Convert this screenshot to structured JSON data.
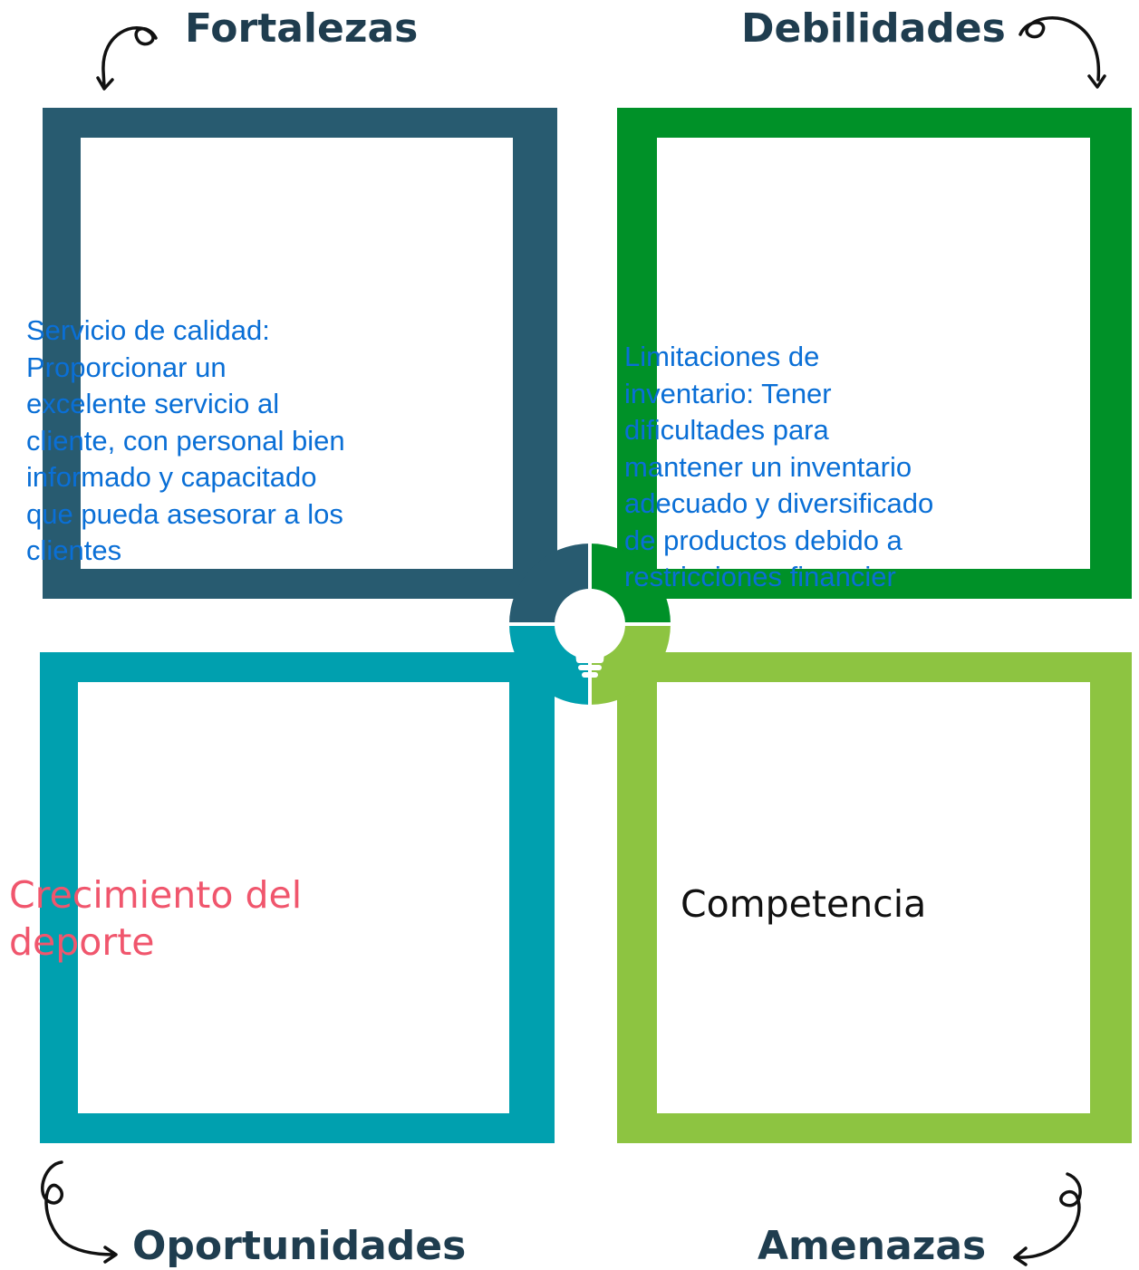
{
  "headings": {
    "strengths": "Fortalezas",
    "weaknesses": "Debilidades",
    "opportunities": "Oportunidades",
    "threats": "Amenazas"
  },
  "strengths_text": "Servicio de calidad:\nProporcionar un\nexcelente servicio al\ncliente, con personal bien\ninformado y capacitado\nque pueda asesorar a los\nclientes",
  "weaknesses_text": "Limitaciones de\ninventario: Tener\ndificultades para\nmantener un inventario\nadecuado y diversificado\nde productos debido a\nrestricciones financier",
  "opportunities_text": "Crecimiento del\ndeporte",
  "threats_text": "Competencia",
  "icons": {
    "hub": "lightbulb-icon",
    "arrows": "curly-arrow-icon"
  },
  "colors": {
    "heading": "#1f3d4f",
    "strengths": "#285b70",
    "weaknesses": "#009128",
    "opportunities": "#00a0af",
    "threats": "#8dc441",
    "body_blue": "#0a6fd6",
    "opportunity_text": "#f0566d"
  }
}
